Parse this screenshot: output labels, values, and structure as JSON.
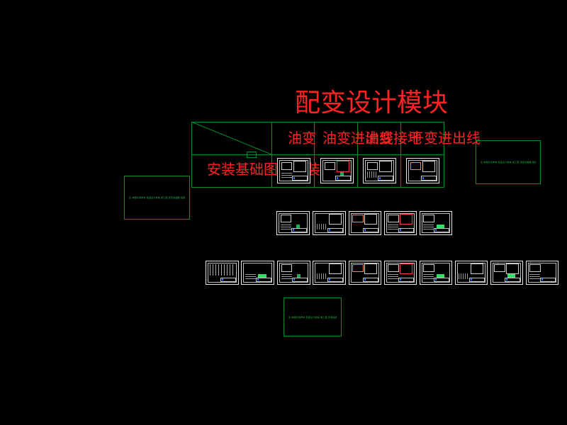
{
  "title": "配变设计模块",
  "table": {
    "headers": [
      "油变",
      "油变进出线",
      "油变接地",
      "干变进出线"
    ],
    "row_label": "安装基础图、组装图"
  },
  "notes": {
    "left": "注:本图仅供参考 配变设计模块 施工图 安装基础图 组装图 (说明)",
    "right": "注:本图仅供参考 配变设计模块 施工图 安装基础图 组装图 (说明)",
    "bottom": "注:本图仅供参考 配变设计模块 施工图 安装基础图 组装图 (说明)"
  },
  "colors": {
    "background": "#000000",
    "label": "#ff2222",
    "frame": "#0a8a2a",
    "sheet": "#e8e8e8"
  }
}
